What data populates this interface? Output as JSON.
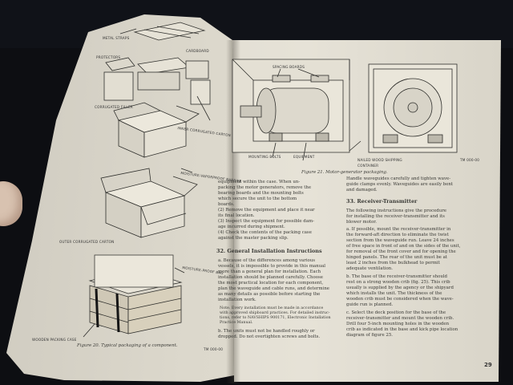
{
  "left_page": {
    "figure_labels": {
      "metal_straps": "METAL STRAPS",
      "protectors": "PROTECTORS",
      "cardboard": "CARDBOARD",
      "corrugated_filler": "CORRUGATED FILLER",
      "inner_carton": "INNER CORRUGATED CARTON",
      "moisture_barrier": "MOISTURE-VAPORPROOF BARRIER",
      "outer_carton": "OUTER CORRUGATED CARTON",
      "moisture_bag": "MOISTURE-PROOF BAG",
      "wooden_case": "WOODEN PACKING CASE",
      "code": "TM 000-00"
    },
    "caption": "Figure 20. Typical packaging of a component."
  },
  "right_page": {
    "figure_labels": {
      "spacing_boards": "SPACING BOARDS",
      "mounting_bolts": "MOUNTING BOLTS",
      "equipment": "EQUIPMENT",
      "container": "NAILED WOOD SHIPPING CONTAINER",
      "code": "TM 000-00"
    },
    "caption": "Figure 21. Motor-generator packaging.",
    "col1": {
      "lines": [
        "equipment within the case. When un-",
        "packing the motor generators, remove the",
        "bearing boards and the mounting bolts",
        "which secure the unit to the bottom",
        "boards.",
        "(2) Remove the equipment and place it near",
        "its final location.",
        "(3) Inspect the equipment for possible dam-",
        "age incurred during shipment.",
        "(4) Check the contents of the packing case",
        "against the master packing slip."
      ],
      "heading": "32. General Installation Instructions",
      "para": [
        "a. Because of the differences among various",
        "vessels, it is impossible to provide in this manual",
        "more than a general plan for installation. Each",
        "installation should be planned carefully. Choose",
        "the most practical location for each component,",
        "plan the waveguide and cable runs, and determine",
        "as many details as possible before starting the",
        "installation work.",
        "Note. Every installation must be made in accordance",
        "with approved shipboard practices. For detailed instruc-",
        "tions, refer to NAVSHIPS 900171, Electronic Installation",
        "Practice Manual.",
        "b. The units must not be handled roughly or",
        "dropped. Do not overtighten screws and bolts."
      ]
    },
    "col2": {
      "lines": [
        "Handle waveguides carefully and tighten wave-",
        "guide clamps evenly. Waveguides are easily bent",
        "and damaged."
      ],
      "heading": "33. Receiver-Transmitter",
      "para": [
        "The following instructions give the procedure",
        "for installing the receiver-transmitter and its",
        "blower motor.",
        "a. If possible, mount the receiver-transmitter in",
        "the forward-aft direction to eliminate the twist",
        "section from the waveguide run. Leave 24 inches",
        "of free space in front of and on the sides of the unit,",
        "for removal of the front cover and for opening the",
        "hinged panels. The rear of the unit must be at",
        "least 2 inches from the bulkhead to permit",
        "adequate ventilation.",
        "b. The base of the receiver-transmitter should",
        "rest on a strong wooden crib (fig. 25). This crib",
        "usually is supplied by the agency or the shipyard",
        "which installs the unit. The thickness of the",
        "wooden crib must be considered when the wave-",
        "guide run is planned.",
        "c. Select the deck position for the base of the",
        "receiver-transmitter and mount the wooden crib.",
        "Drill four 5-inch mounting holes in the wooden",
        "crib as indicated in the base and kick pipe location",
        "diagram of figure 25."
      ]
    },
    "page_number": "29"
  }
}
